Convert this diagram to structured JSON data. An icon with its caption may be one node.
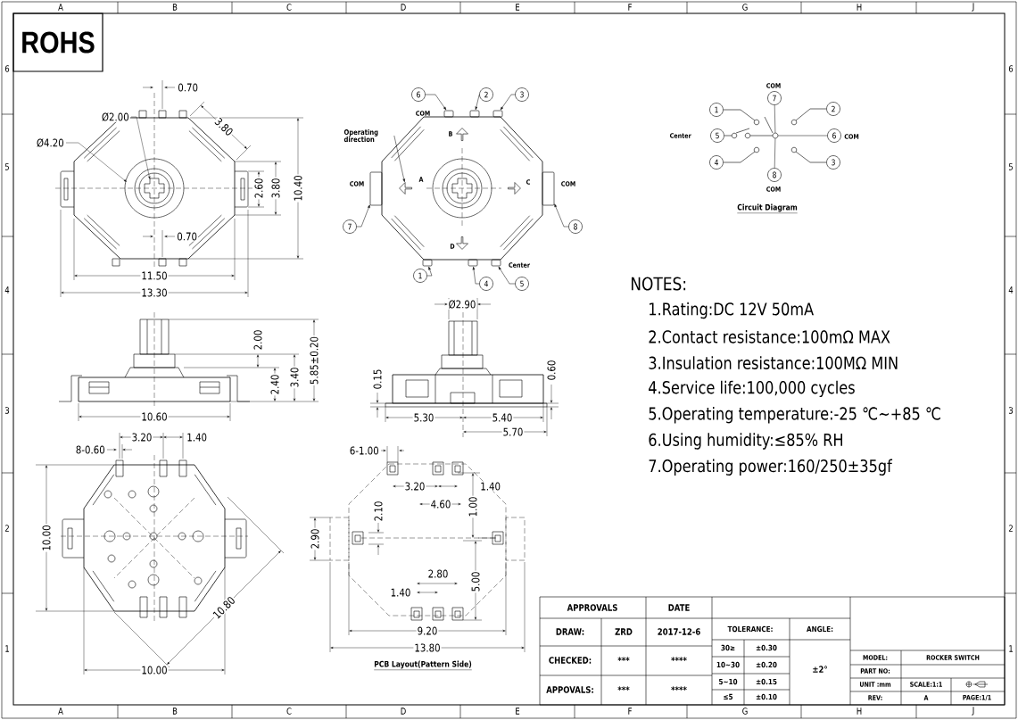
{
  "diagram": {
    "nodes": [
      {
        "text": [
          "ROHS"
        ]
      },
      {
        "text": [
          "6"
        ]
      },
      {
        "text": [
          "2"
        ]
      },
      {
        "text": [
          "3"
        ]
      },
      {
        "text": [
          "Operating direction"
        ]
      },
      {
        "text": [
          "7"
        ]
      },
      {
        "text": [
          "8"
        ]
      },
      {
        "text": [
          "1"
        ]
      },
      {
        "text": [
          "4"
        ]
      },
      {
        "text": [
          "5"
        ]
      },
      {
        "text": [
          "7"
        ]
      },
      {
        "text": [
          "1"
        ]
      },
      {
        "text": [
          "2"
        ]
      },
      {
        "text": [
          "5"
        ]
      },
      {
        "text": [],
        "shape": "circle"
      },
      {
        "text": [
          "6"
        ]
      },
      {
        "text": [
          "4"
        ]
      },
      {
        "text": [
          "3"
        ]
      },
      {
        "text": [
          "8"
        ]
      },
      {
        "text": [],
        "shape": "box"
      },
      {
        "text": [],
        "shape": "box"
      },
      {
        "text": [],
        "shape": "box"
      },
      {
        "text": [],
        "shape": "arrow"
      },
      {
        "text": [],
        "shape": "arrow"
      },
      {
        "text": [],
        "shape": "arrow"
      },
      {
        "text": [],
        "shape": "arrow"
      },
      {
        "text": [],
        "shape": "box"
      },
      {
        "text": [],
        "shape": "box"
      },
      {
        "text": [],
        "shape": "box"
      },
      {
        "text": [],
        "shape": "box"
      },
      {
        "text": [],
        "shape": "box"
      }
    ],
    "edges": [
      {
        "from": 1,
        "to": 19,
        "arrow": "to"
      },
      {
        "from": 2,
        "to": 20,
        "arrow": "to"
      },
      {
        "from": 3,
        "to": 21,
        "arrow": "to"
      },
      {
        "from": 4,
        "to": 22,
        "arrow": "to"
      },
      {
        "from": 5,
        "to": 26,
        "arrow": "to"
      },
      {
        "from": 6,
        "to": 27,
        "arrow": "to"
      },
      {
        "from": 7,
        "to": 28,
        "arrow": "to"
      },
      {
        "from": 8,
        "to": 29,
        "arrow": "to"
      },
      {
        "from": 9,
        "to": 30,
        "arrow": "to"
      },
      {
        "from": 10,
        "to": 14,
        "arrow": "none"
      },
      {
        "from": 14,
        "to": 18,
        "arrow": "none"
      },
      {
        "from": 15,
        "to": 14,
        "arrow": "none"
      }
    ],
    "labels": [
      "A",
      "B",
      "C",
      "D",
      "E",
      "F",
      "G",
      "H",
      "J",
      "6",
      "5",
      "4",
      "3",
      "2",
      "1",
      "6",
      "5",
      "4",
      "3",
      "2",
      "1",
      "A",
      "B",
      "C",
      "D",
      "E",
      "F",
      "G",
      "H",
      "J",
      "0.70",
      "Ø2.00",
      "3.80",
      "Ø4.20",
      "2.60",
      "3.80",
      "10.40",
      "0.70",
      "11.50",
      "13.30",
      "2.00",
      "2.40",
      "3.40",
      "5.85±0.20",
      "10.60",
      "COM",
      "B",
      "COM",
      "A",
      "C",
      "COM",
      "D",
      "Center",
      "Ø2.90",
      "0.15",
      "0.60",
      "5.30",
      "5.40",
      "5.70",
      "COM",
      "Center",
      "COM",
      "COM",
      "Circuit Diagram",
      "NOTES:",
      "1.Rating:DC 12V 50mA",
      "2.Contact resistance:100mΩ MAX",
      "3.Insulation resistance:100MΩ MIN",
      "4.Service life:100,000 cycles",
      "5.Operating temperature:-25 ℃~+85 ℃",
      "6.Using humidity:≤85% RH",
      "7.Operating power:160/250±35gf",
      "8-0.60",
      "3.20",
      "1.40",
      "10.00",
      "10.80",
      "10.00",
      "6-1.00",
      "3.20",
      "1.40",
      "2.10",
      "4.60",
      "1.00",
      "2.90",
      "2.80",
      "1.40",
      "5.00",
      "9.20",
      "13.80",
      "PCB Layout(Pattern Side)",
      "APPROVALS",
      "DATE",
      "DRAW:",
      "ZRD",
      "2017-12-6",
      "TOLERANCE:",
      "ANGLE:",
      "30≥",
      "±0.30",
      "MODEL:",
      "ROCKER SWITCH",
      "CHECKED:",
      "***",
      "****",
      "10~30",
      "±0.20",
      "±2°",
      "PART NO:",
      "5~10",
      "±0.15",
      "UNIT :mm",
      "SCALE:1:1",
      "APPOVALS:",
      "***",
      "****",
      "≤5",
      "±0.10",
      "REV:",
      "A",
      "PAGE:1/1"
    ]
  }
}
